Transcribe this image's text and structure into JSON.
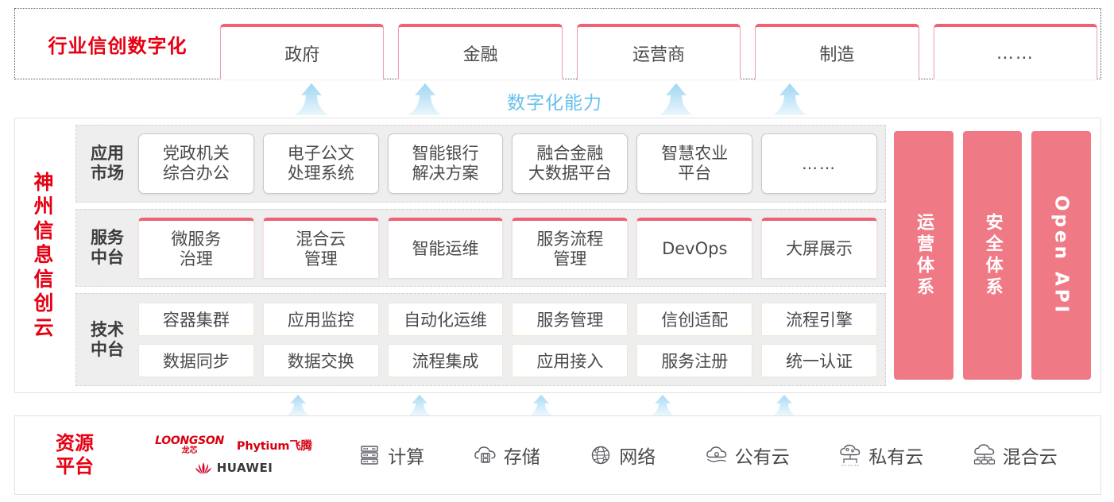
{
  "industry": {
    "title": "行业信创数字化",
    "cards": [
      {
        "label": "政府"
      },
      {
        "label": "金融"
      },
      {
        "label": "运营商"
      },
      {
        "label": "制造"
      },
      {
        "label": "……"
      }
    ]
  },
  "capability": {
    "label": "数字化能力",
    "arrow_count_top": 4,
    "arrow_count_bottom": 5,
    "arrow_icon": "arrow-up-icon"
  },
  "cloud": {
    "title_chars": [
      "神",
      "州",
      "信",
      "息",
      "信",
      "创",
      "云"
    ],
    "layers": [
      {
        "id": "application-market",
        "label_lines": [
          "应用",
          "市场"
        ],
        "cards": [
          {
            "label": "党政机关\n综合办公"
          },
          {
            "label": "电子公文\n处理系统"
          },
          {
            "label": "智能银行\n解决方案"
          },
          {
            "label": "融合金融\n大数据平台"
          },
          {
            "label": "智慧农业\n平台"
          },
          {
            "label": "……"
          }
        ]
      },
      {
        "id": "service-platform",
        "label_lines": [
          "服务",
          "中台"
        ],
        "cards": [
          {
            "label": "微服务\n治理"
          },
          {
            "label": "混合云\n管理"
          },
          {
            "label": "智能运维"
          },
          {
            "label": "服务流程\n管理"
          },
          {
            "label": "DevOps"
          },
          {
            "label": "大屏展示"
          }
        ]
      },
      {
        "id": "technical-platform",
        "label_lines": [
          "技术",
          "中台"
        ],
        "rows": [
          [
            "容器集群",
            "应用监控",
            "自动化运维",
            "服务管理",
            "信创适配",
            "流程引擎"
          ],
          [
            "数据同步",
            "数据交换",
            "流程集成",
            "应用接入",
            "服务注册",
            "统一认证"
          ]
        ]
      }
    ],
    "pillars": [
      {
        "id": "operations-system",
        "label": "运营体系",
        "type": "cn"
      },
      {
        "id": "security-system",
        "label": "安全体系",
        "type": "cn"
      },
      {
        "id": "open-api",
        "label": "Open API",
        "type": "en"
      }
    ]
  },
  "resource": {
    "title_lines": [
      "资源",
      "平台"
    ],
    "vendors": [
      {
        "id": "loongson",
        "en": "LOONGSON",
        "cn": "龙芯"
      },
      {
        "id": "phytium",
        "label": "Phytium飞腾"
      },
      {
        "id": "huawei",
        "label": "HUAWEI"
      }
    ],
    "items": [
      {
        "label": "计算",
        "icon": "server-icon"
      },
      {
        "label": "存储",
        "icon": "cloud-storage-icon"
      },
      {
        "label": "网络",
        "icon": "network-globe-icon"
      },
      {
        "label": "公有云",
        "icon": "public-cloud-icon"
      },
      {
        "label": "私有云",
        "icon": "private-cloud-icon"
      },
      {
        "label": "混合云",
        "icon": "hybrid-cloud-icon"
      }
    ]
  },
  "colors": {
    "brand_red": "#e60012",
    "accent_pink": "#ef6176",
    "pillar_pink": "#ef7a85",
    "capability_blue": "#67c0ee",
    "layer_bg": "#eeeeee",
    "card_text": "#4a4a4a"
  }
}
